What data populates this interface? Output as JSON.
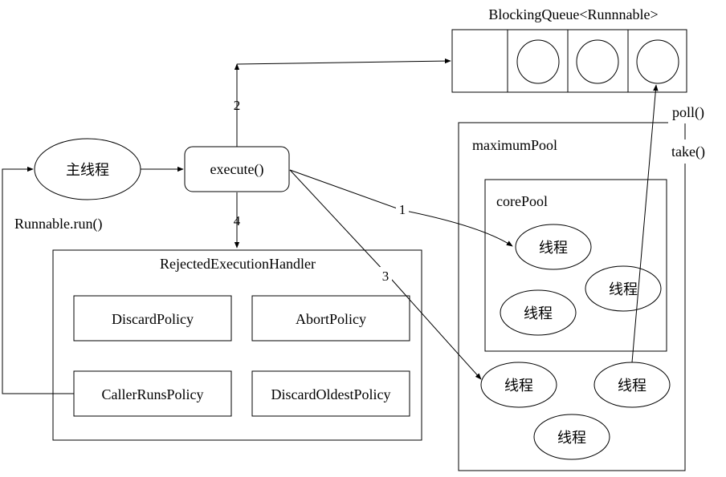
{
  "colors": {
    "stroke": "#000000",
    "fill": "#ffffff",
    "label_bg": "#ffffff"
  },
  "queue": {
    "label": "BlockingQueue<Runnnable>",
    "slots": 4,
    "filled": 3
  },
  "main_thread": {
    "label": "主线程"
  },
  "execute": {
    "label": "execute()"
  },
  "runnable_run": {
    "label": "Runnable.run()"
  },
  "rejected_handler": {
    "title": "RejectedExecutionHandler",
    "policies": [
      "DiscardPolicy",
      "AbortPolicy",
      "CallerRunsPolicy",
      "DiscardOldestPolicy"
    ]
  },
  "maximum_pool": {
    "title": "maximumPool",
    "thread_label": "线程"
  },
  "core_pool": {
    "title": "corePool"
  },
  "queue_ops": {
    "poll": "poll()",
    "take": "take()"
  },
  "steps": [
    "1",
    "2",
    "3",
    "4"
  ]
}
